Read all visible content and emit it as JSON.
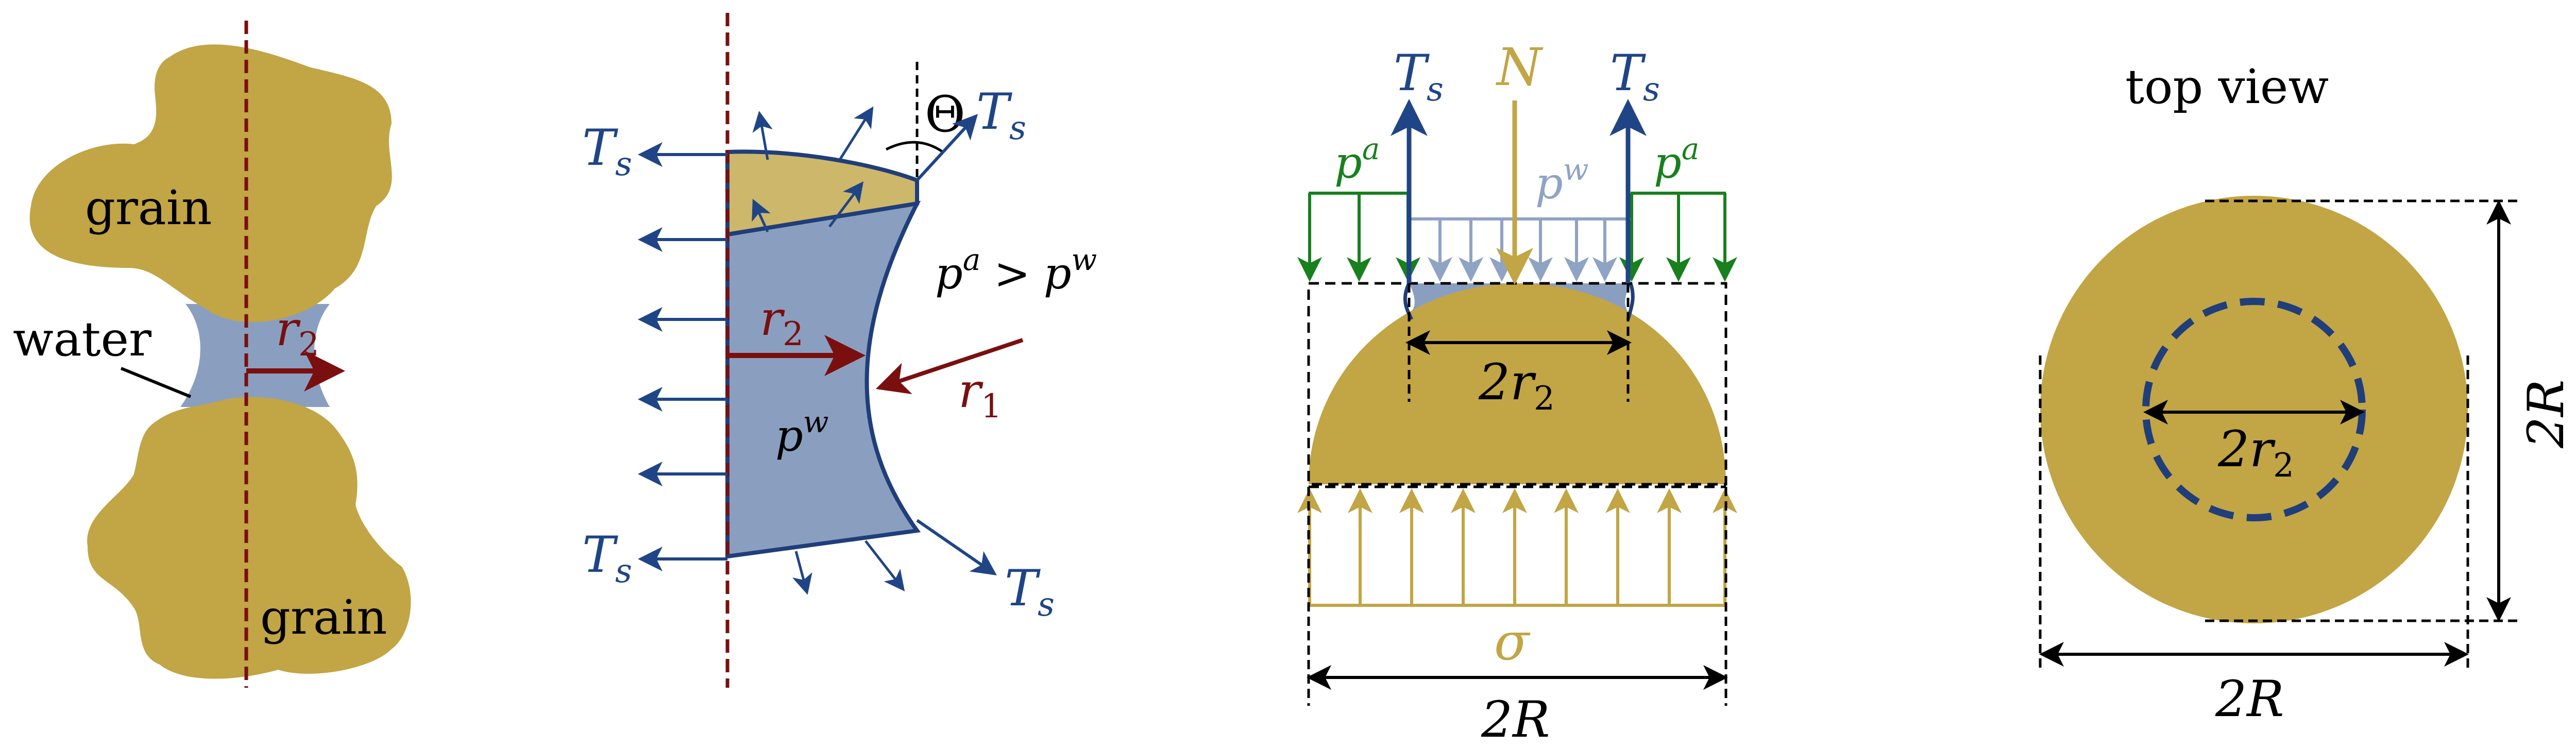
{
  "colors": {
    "grain": "#c2a544",
    "grain_light": "#cdb76a",
    "water": "#8a9fc0",
    "water_stroke": "#1f3e7a",
    "tension": "#1f4587",
    "dark_red": "#7a0f0f",
    "green": "#18801e",
    "light_blue": "#8fa3c4",
    "black": "#000000"
  },
  "panel1": {
    "grain_top_label": "grain",
    "grain_bottom_label": "grain",
    "water_label": "water",
    "r2_label": "r",
    "r2_sub": "2"
  },
  "panel2": {
    "tension_label": "T",
    "tension_sub": "s",
    "theta_label": "Θ",
    "pressure_cond_pa": "p",
    "pressure_cond_pa_sup": "a",
    "pressure_cond_op": ">",
    "pressure_cond_pw": "p",
    "pressure_cond_pw_sup": "w",
    "pw_label": "p",
    "pw_sup": "w",
    "r2_label": "r",
    "r2_sub": "2",
    "r1_label": "r",
    "r1_sub": "1"
  },
  "panel3": {
    "N_label": "N",
    "Ts_label": "T",
    "Ts_sub": "s",
    "pa_label": "p",
    "pa_sup": "a",
    "pw_label": "p",
    "pw_sup": "w",
    "two_r2_label": "2r",
    "two_r2_sub": "2",
    "sigma_label": "σ",
    "two_R_label": "2R"
  },
  "panel4": {
    "title": "top view",
    "two_r2_label": "2r",
    "two_r2_sub": "2",
    "two_R_bottom": "2R",
    "two_R_side": "2R"
  }
}
